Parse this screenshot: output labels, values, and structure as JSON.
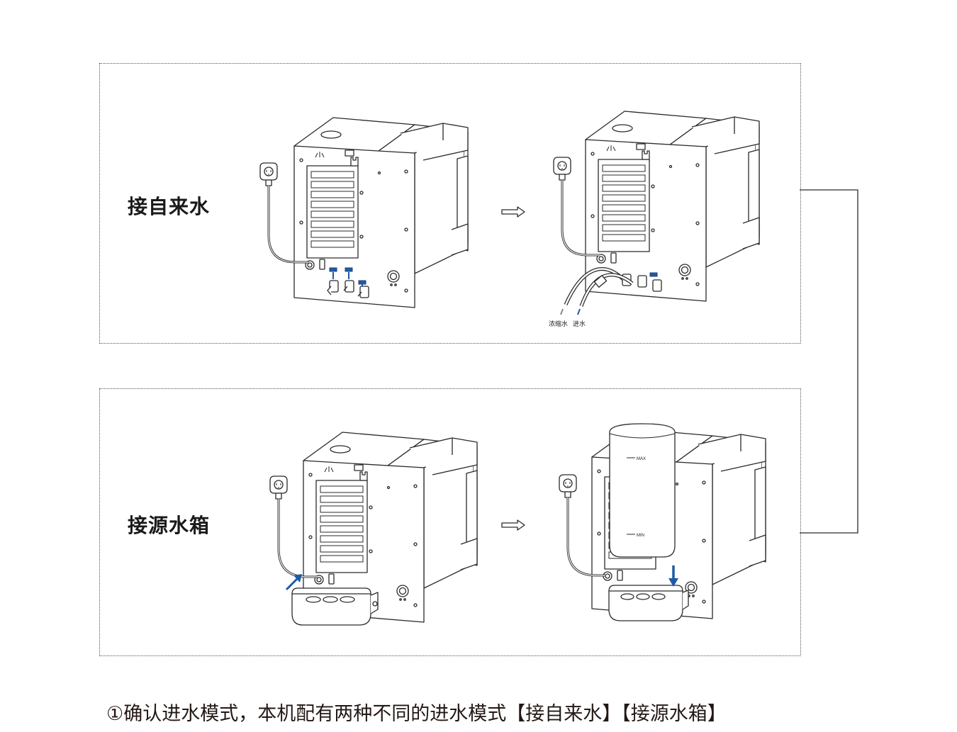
{
  "modes": {
    "tap_water": {
      "label": "接自来水"
    },
    "source_tank": {
      "label": "接源水箱"
    }
  },
  "hoses": {
    "concentrate_label": "浓缩水",
    "inlet_label": "进水"
  },
  "tank": {
    "max_label": "MAX",
    "min_label": "MIN"
  },
  "caption": "①确认进水模式，本机配有两种不同的进水模式【接自来水】【接源水箱】",
  "colors": {
    "accent_blue": "#1f5aa6",
    "line": "#2a2a2a",
    "panel_border": "#555555"
  },
  "icons": [
    "power-plug-icon",
    "arrow-right-icon",
    "arrow-down-icon",
    "arrow-up-icon"
  ]
}
